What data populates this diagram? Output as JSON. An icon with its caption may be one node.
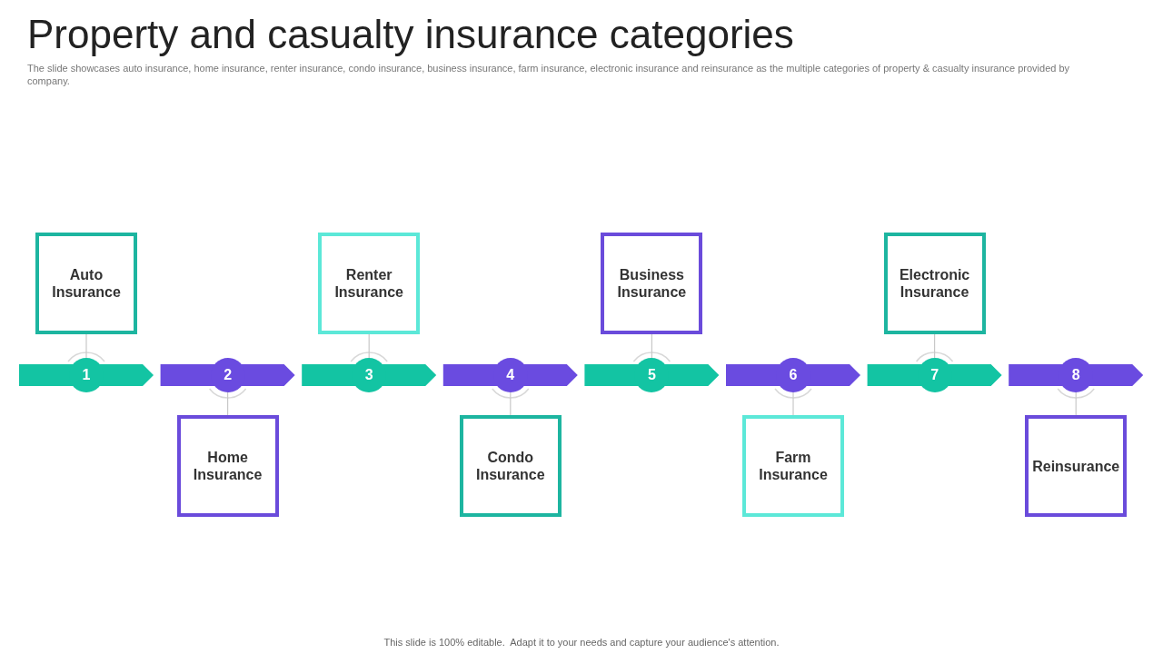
{
  "diagram": {
    "title": "Property and casualty insurance categories",
    "caption": "The slide showcases auto insurance, home insurance, renter insurance, condo insurance, business insurance, farm insurance, electronic insurance and reinsurance as the multiple categories of property & casualty insurance provided by company.",
    "nodes": [
      {
        "text": [
          "Auto Insurance"
        ]
      },
      {
        "text": [
          "Home Insurance"
        ]
      },
      {
        "text": [
          "Renter Insurance"
        ]
      },
      {
        "text": [
          "Condo Insurance"
        ]
      },
      {
        "text": [
          "Business Insurance"
        ]
      },
      {
        "text": [
          "Farm Insurance"
        ]
      },
      {
        "text": [
          "Electronic Insurance"
        ]
      },
      {
        "text": [
          "Reinsurance"
        ]
      },
      {
        "text": [
          "1"
        ]
      },
      {
        "text": [
          "2"
        ]
      },
      {
        "text": [
          "3"
        ]
      },
      {
        "text": [
          "4"
        ]
      },
      {
        "text": [
          "5"
        ]
      },
      {
        "text": [
          "6"
        ]
      },
      {
        "text": [
          "7"
        ]
      },
      {
        "text": [
          "8"
        ]
      }
    ],
    "edges": [
      {
        "from": 0,
        "to": 8,
        "arrow": "none"
      },
      {
        "from": 1,
        "to": 9,
        "arrow": "none"
      },
      {
        "from": 2,
        "to": 10,
        "arrow": "none"
      },
      {
        "from": 3,
        "to": 11,
        "arrow": "none"
      },
      {
        "from": 4,
        "to": 12,
        "arrow": "none"
      },
      {
        "from": 5,
        "to": 13,
        "arrow": "none"
      },
      {
        "from": 6,
        "to": 14,
        "arrow": "none"
      },
      {
        "from": 7,
        "to": 15,
        "arrow": "none"
      }
    ],
    "labels": [
      "This slide is 100% editable.  Adapt it to your needs and capture your audience's attention."
    ]
  }
}
